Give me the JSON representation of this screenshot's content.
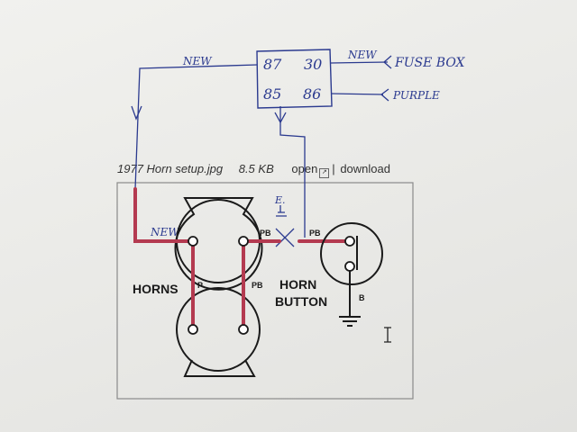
{
  "caption": {
    "filename": "1977 Horn setup.jpg",
    "filesize": "8.5 KB",
    "open_label": "open",
    "separator": "|",
    "download_label": "download"
  },
  "relay": {
    "pin_87": "87",
    "pin_30": "30",
    "pin_85": "85",
    "pin_86": "86"
  },
  "handwritten": {
    "new_left": "NEW",
    "new_right": "NEW",
    "fuse_box": "FUSE BOX",
    "purple": "PURPLE",
    "new_horn": "NEW",
    "e_label": "E."
  },
  "diagram": {
    "horns_label": "HORNS",
    "horn_button_line1": "HORN",
    "horn_button_line2": "BUTTON",
    "wire_p": "P",
    "wire_pb_vertical": "PB",
    "wire_pb_left": "PB",
    "wire_pb_right": "PB",
    "wire_b": "B"
  },
  "colors": {
    "wire_red": "#b43a50",
    "ink_blue": "#2b3a8f",
    "diagram_frame": "#8a8a8a"
  }
}
